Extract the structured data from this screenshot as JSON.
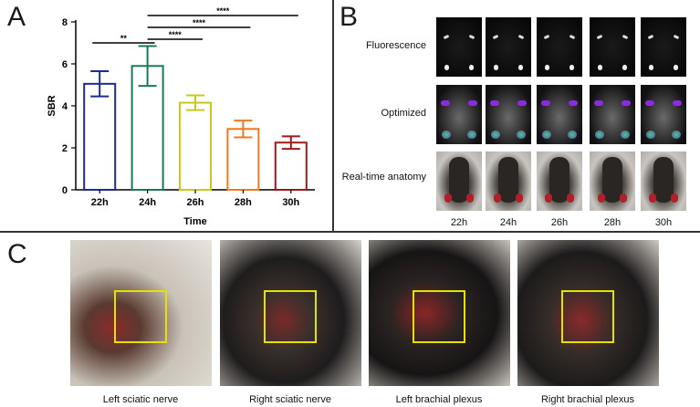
{
  "panels": {
    "a": "A",
    "b": "B",
    "c": "C"
  },
  "chart_data": {
    "type": "bar",
    "categories": [
      "22h",
      "24h",
      "26h",
      "28h",
      "30h"
    ],
    "values": [
      5.05,
      5.9,
      4.15,
      2.9,
      2.25
    ],
    "errors": [
      0.6,
      0.95,
      0.35,
      0.4,
      0.3
    ],
    "colors": [
      "#1f2a8c",
      "#1a7a55",
      "#c8c81e",
      "#f07820",
      "#9c1a1a"
    ],
    "xlabel": "Time",
    "ylabel": "SBR",
    "ylim": [
      0,
      8
    ],
    "yticks": [
      0,
      2,
      4,
      6,
      8
    ],
    "grid": false,
    "significance": [
      {
        "from": "22h",
        "to": "24h",
        "label": "**"
      },
      {
        "from": "24h",
        "to": "26h",
        "label": "****"
      },
      {
        "from": "24h",
        "to": "28h",
        "label": "****"
      },
      {
        "from": "24h",
        "to": "30h",
        "label": "****"
      }
    ]
  },
  "panel_b": {
    "rows": [
      "Fluorescence",
      "Optimized",
      "Real-time anatomy"
    ],
    "columns": [
      "22h",
      "24h",
      "26h",
      "28h",
      "30h"
    ]
  },
  "panel_c": {
    "captions": [
      "Left sciatic nerve",
      "Right sciatic nerve",
      "Left brachial plexus",
      "Right brachial plexus"
    ]
  }
}
